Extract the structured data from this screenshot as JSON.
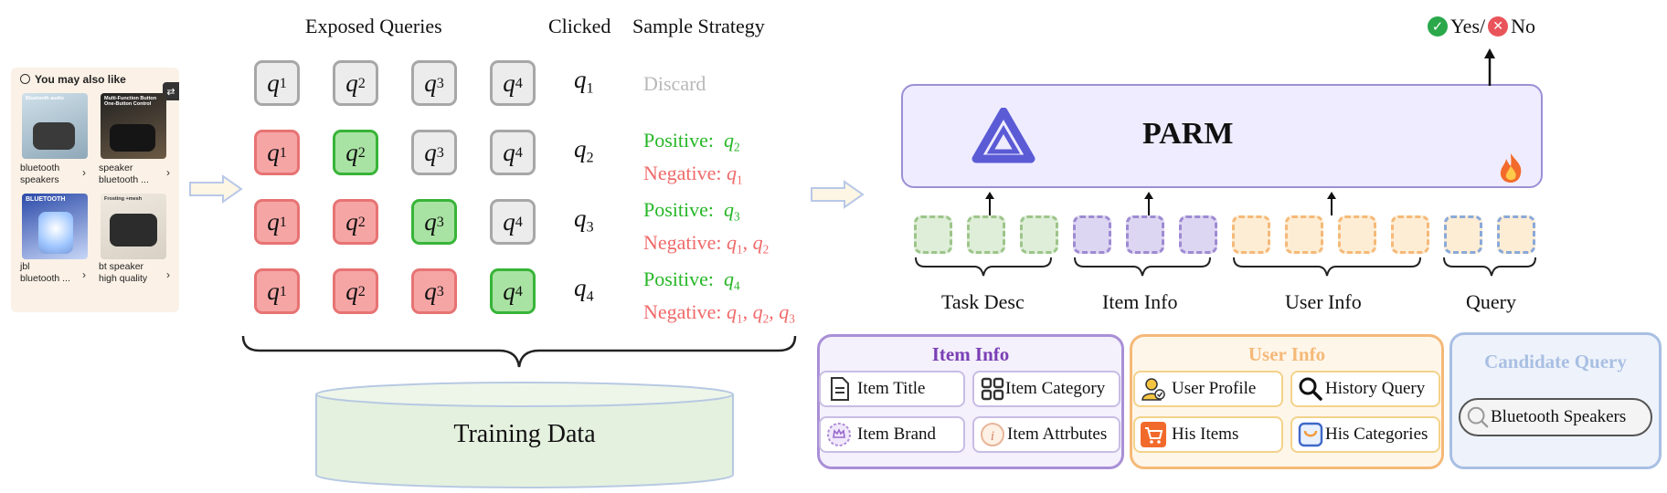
{
  "phone": {
    "header": "You may also like",
    "tiles": [
      {
        "caption": "Bluetooth audio",
        "label1": "bluetooth",
        "label2": "speakers"
      },
      {
        "caption": "Multi-Function Button One-Button Control",
        "label1": "speaker",
        "label2": "bluetooth ..."
      },
      {
        "caption": "BLUETOOTH",
        "label1": "jbl",
        "label2": "bluetooth ..."
      },
      {
        "caption": "Frosting +mesh",
        "label1": "bt speaker",
        "label2": "high quality"
      }
    ]
  },
  "headers": {
    "exposed": "Exposed Queries",
    "clicked": "Clicked",
    "strategy": "Sample Strategy"
  },
  "query_prefix": "q",
  "rows": [
    {
      "boxes": [
        "gray",
        "gray",
        "gray",
        "gray"
      ],
      "clicked": "1",
      "discard": "Discard"
    },
    {
      "boxes": [
        "red",
        "green",
        "gray",
        "gray"
      ],
      "clicked": "2",
      "positive_label": "Positive:",
      "positive": [
        "2"
      ],
      "negative_label": "Negative:",
      "negative": [
        "1"
      ]
    },
    {
      "boxes": [
        "red",
        "red",
        "green",
        "gray"
      ],
      "clicked": "3",
      "positive_label": "Positive:",
      "positive": [
        "3"
      ],
      "negative_label": "Negative:",
      "negative": [
        "1",
        "2"
      ]
    },
    {
      "boxes": [
        "red",
        "red",
        "red",
        "green"
      ],
      "clicked": "4",
      "positive_label": "Positive:",
      "positive": [
        "4"
      ],
      "negative_label": "Negative:",
      "negative": [
        "1",
        "2",
        "3"
      ]
    }
  ],
  "training_data": "Training Data",
  "parm": {
    "title": "PARM",
    "output_yes": "Yes/",
    "output_no": "No"
  },
  "groups": {
    "task": "Task Desc",
    "item": "Item Info",
    "user": "User Info",
    "query": "Query"
  },
  "panels": {
    "item": {
      "title": "Item Info",
      "chips": [
        "Item Title",
        "Item Category",
        "Item Brand",
        "Item Attrbutes"
      ]
    },
    "user": {
      "title": "User Info",
      "chips": [
        "User Profile",
        "History Query",
        "His Items",
        "His Categories"
      ]
    },
    "candidate": {
      "title": "Candidate Query",
      "chip": "Bluetooth Speakers"
    }
  },
  "colors": {
    "positive": "#27b727",
    "negative": "#f06a6a",
    "discard": "#b8b8b8",
    "item_panel": "#a98fd6",
    "user_panel": "#f5b978",
    "candidate_panel": "#a9bfe3"
  }
}
